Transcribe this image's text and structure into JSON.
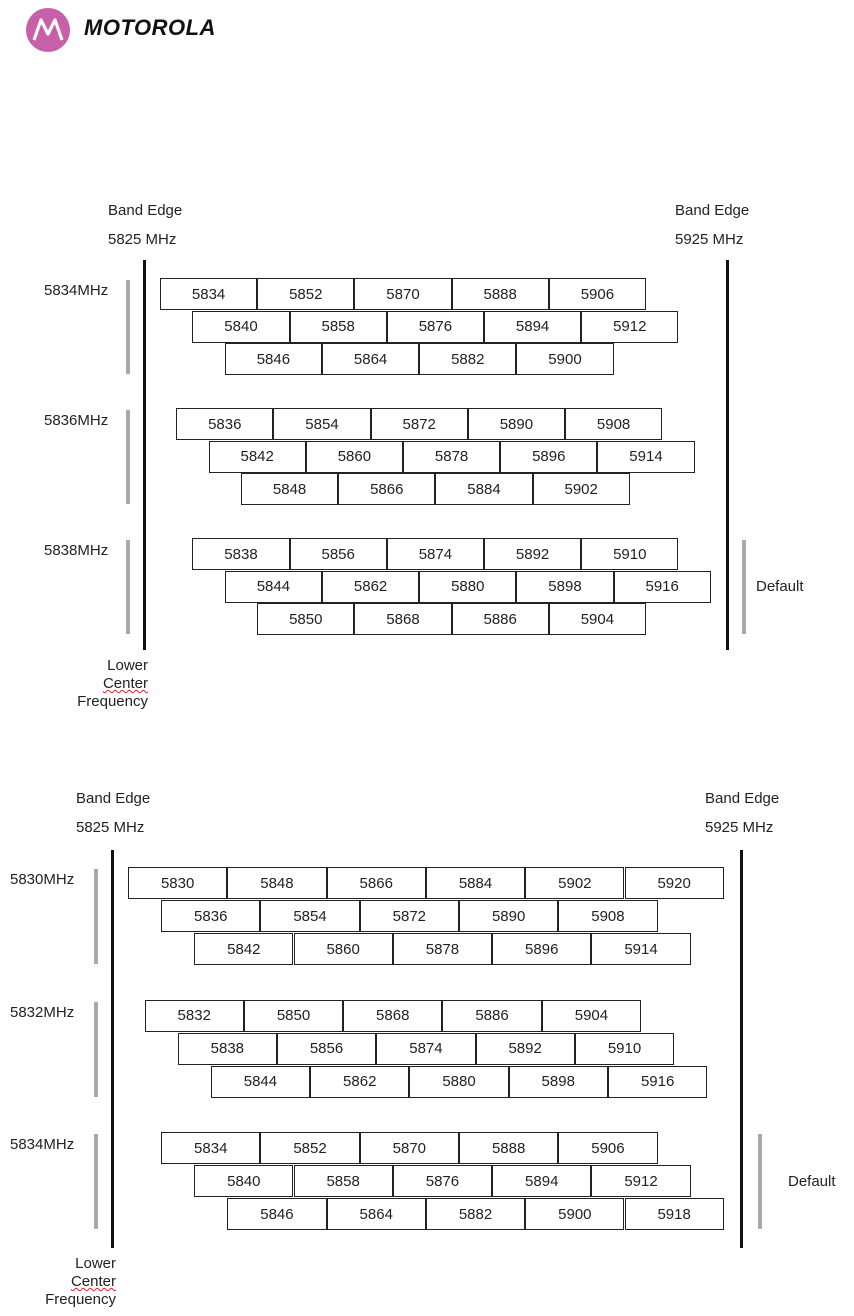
{
  "brand": {
    "name": "MOTOROLA",
    "logo_color": "#c85fa9",
    "icon": "motorola-batwing-icon"
  },
  "diagrams": [
    {
      "band_edge_left": {
        "label": "Band Edge",
        "value": "5825 MHz"
      },
      "band_edge_right": {
        "label": "Band Edge",
        "value": "5925 MHz"
      },
      "lower_center_frequency": [
        "Lower",
        "Center",
        "Frequency"
      ],
      "default_label": "Default",
      "default_group": 2,
      "groups": [
        {
          "label": "5834MHz",
          "rows": [
            [
              "5834",
              "5852",
              "5870",
              "5888",
              "5906"
            ],
            [
              "5840",
              "5858",
              "5876",
              "5894",
              "5912"
            ],
            [
              "5846",
              "5864",
              "5882",
              "5900"
            ]
          ]
        },
        {
          "label": "5836MHz",
          "rows": [
            [
              "5836",
              "5854",
              "5872",
              "5890",
              "5908"
            ],
            [
              "5842",
              "5860",
              "5878",
              "5896",
              "5914"
            ],
            [
              "5848",
              "5866",
              "5884",
              "5902"
            ]
          ]
        },
        {
          "label": "5838MHz",
          "rows": [
            [
              "5838",
              "5856",
              "5874",
              "5892",
              "5910"
            ],
            [
              "5844",
              "5862",
              "5880",
              "5898",
              "5916"
            ],
            [
              "5850",
              "5868",
              "5886",
              "5904"
            ]
          ]
        }
      ]
    },
    {
      "band_edge_left": {
        "label": "Band Edge",
        "value": "5825 MHz"
      },
      "band_edge_right": {
        "label": "Band Edge",
        "value": "5925 MHz"
      },
      "lower_center_frequency": [
        "Lower",
        "Center",
        "Frequency"
      ],
      "default_label": "Default",
      "default_group": 2,
      "groups": [
        {
          "label": "5830MHz",
          "rows": [
            [
              "5830",
              "5848",
              "5866",
              "5884",
              "5902",
              "5920"
            ],
            [
              "5836",
              "5854",
              "5872",
              "5890",
              "5908"
            ],
            [
              "5842",
              "5860",
              "5878",
              "5896",
              "5914"
            ]
          ]
        },
        {
          "label": "5832MHz",
          "rows": [
            [
              "5832",
              "5850",
              "5868",
              "5886",
              "5904"
            ],
            [
              "5838",
              "5856",
              "5874",
              "5892",
              "5910"
            ],
            [
              "5844",
              "5862",
              "5880",
              "5898",
              "5916"
            ]
          ]
        },
        {
          "label": "5834MHz",
          "rows": [
            [
              "5834",
              "5852",
              "5870",
              "5888",
              "5906"
            ],
            [
              "5840",
              "5858",
              "5876",
              "5894",
              "5912"
            ],
            [
              "5846",
              "5864",
              "5882",
              "5900",
              "5918"
            ]
          ]
        }
      ]
    }
  ]
}
